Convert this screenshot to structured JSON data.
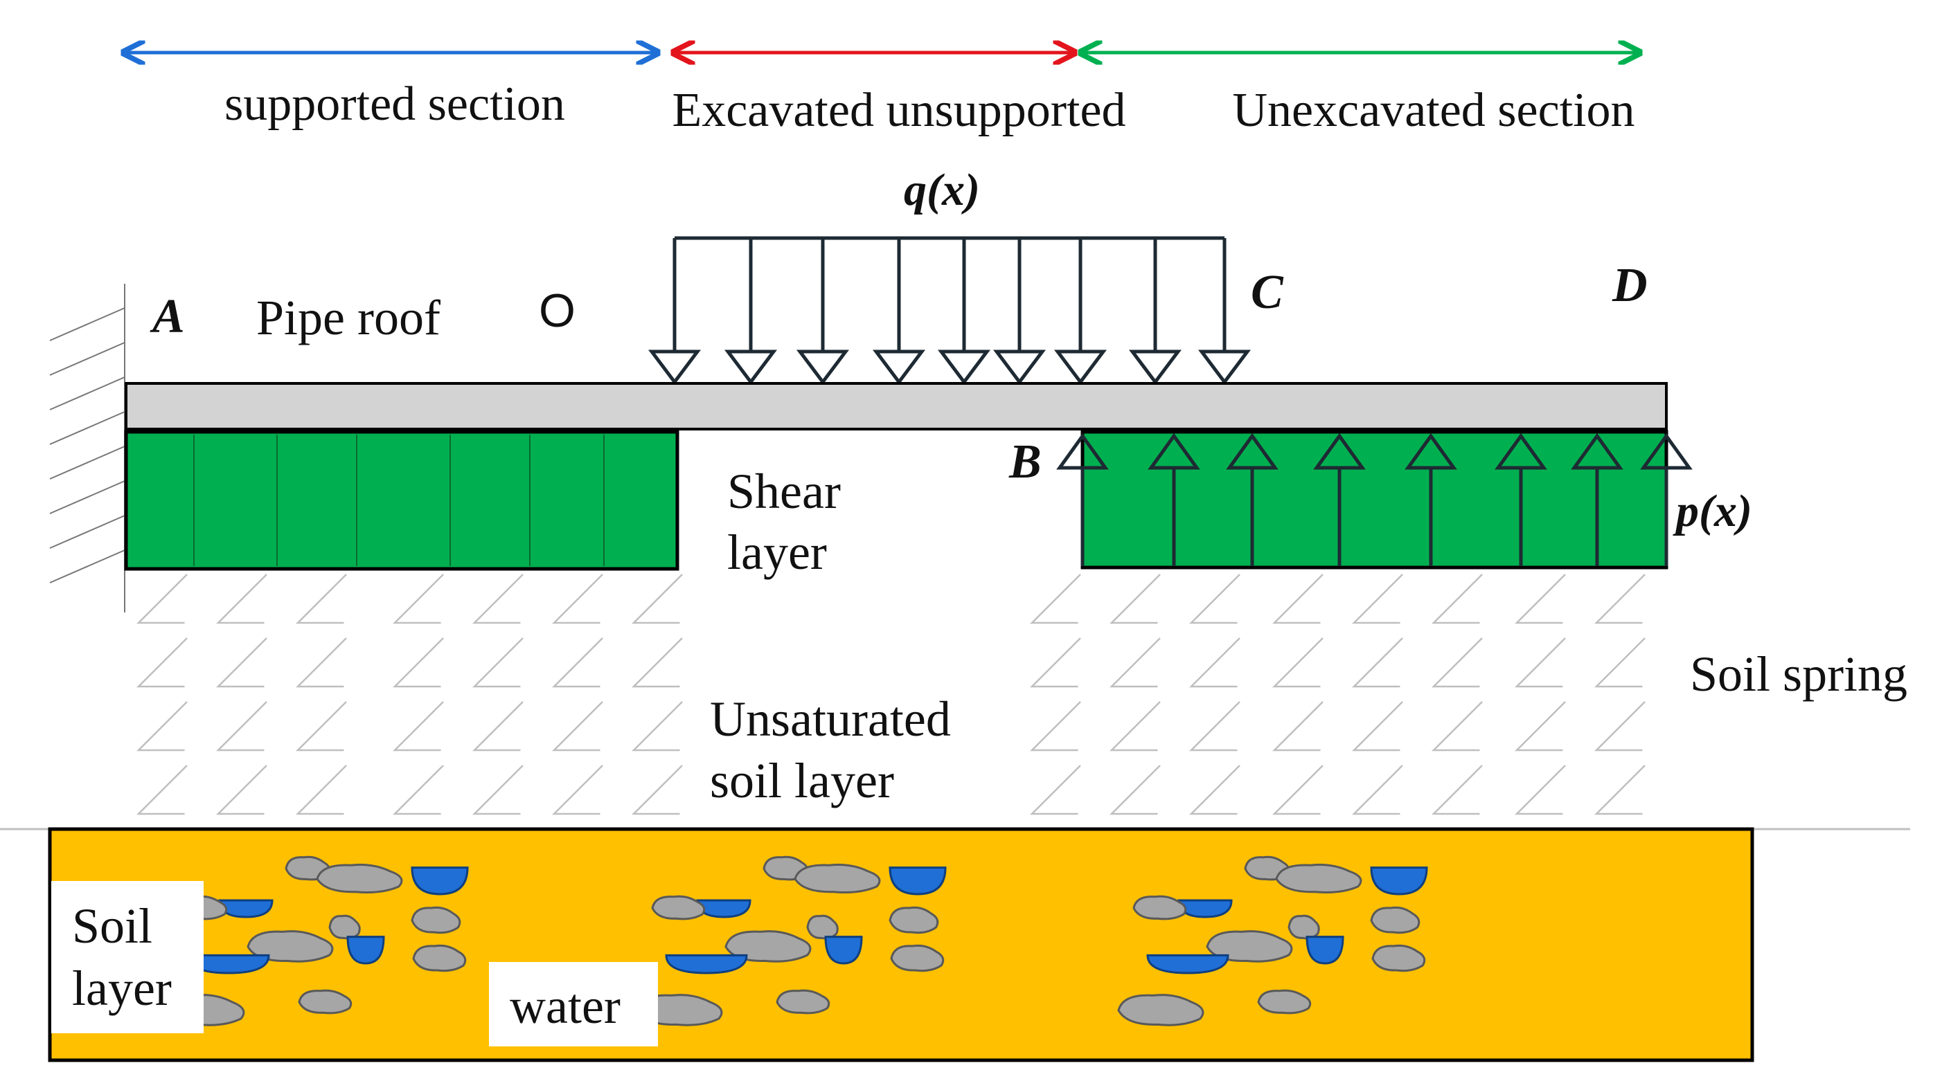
{
  "sections": [
    {
      "label": "supported section",
      "color": "#1f6fd6"
    },
    {
      "label": "Excavated unsupported",
      "color": "#e3141c"
    },
    {
      "label": "Unexcavated section",
      "color": "#00b050"
    }
  ],
  "load_labels": {
    "q": "q(x)",
    "p": "p(x)"
  },
  "points": {
    "A": "A",
    "O": "O",
    "B": "B",
    "C": "C",
    "D": "D"
  },
  "labels": {
    "pipe_roof": "Pipe roof",
    "shear_layer_1": "Shear",
    "shear_layer_2": "layer",
    "unsat_1": "Unsaturated",
    "unsat_2": "soil layer",
    "soil_spring": "Soil spring",
    "soil_layer_1": "Soil",
    "soil_layer_2": "layer",
    "water": "water"
  },
  "colors": {
    "shear_green": "#00b050",
    "pipe_gray": "#d3d3d3",
    "soil_orange": "#ffc000",
    "stone_gray": "#a6a6a6",
    "water_blue": "#1f6fd6",
    "arrow_dark": "#1e2a33"
  }
}
